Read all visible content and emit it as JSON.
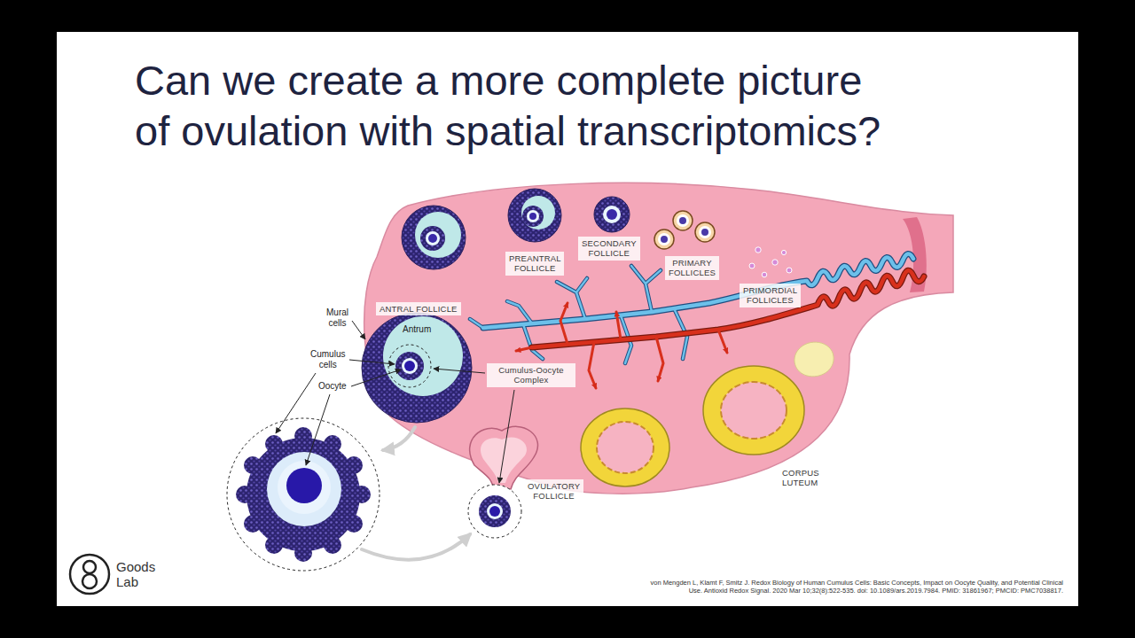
{
  "diagram": {
    "title": "Can we create a more complete picture of ovulation with spatial transcriptomics?",
    "caption": "von Mengden L, Klamt F, Smitz J. Redox Biology of Human Cumulus Cells: Basic Concepts, Impact on Oocyte Quality, and Potential Clinical Use. Antioxid Redox Signal. 2020 Mar 10;32(8):522-535. doi: 10.1089/ars.2019.7984. PMID: 31861967; PMCID: PMC7038817.",
    "labels": [
      "PREANTRAL FOLLICLE",
      "SECONDARY FOLLICLE",
      "PRIMARY FOLLICLES",
      "PRIMORDIAL FOLLICLES",
      "Mural cells",
      "ANTRAL FOLLICLE",
      "Antrum",
      "Cumulus cells",
      "Cumulus-Oocyte Complex",
      "Oocyte",
      "OVULATORY FOLLICLE",
      "CORPUS LUTEUM",
      "Goods Lab"
    ]
  }
}
